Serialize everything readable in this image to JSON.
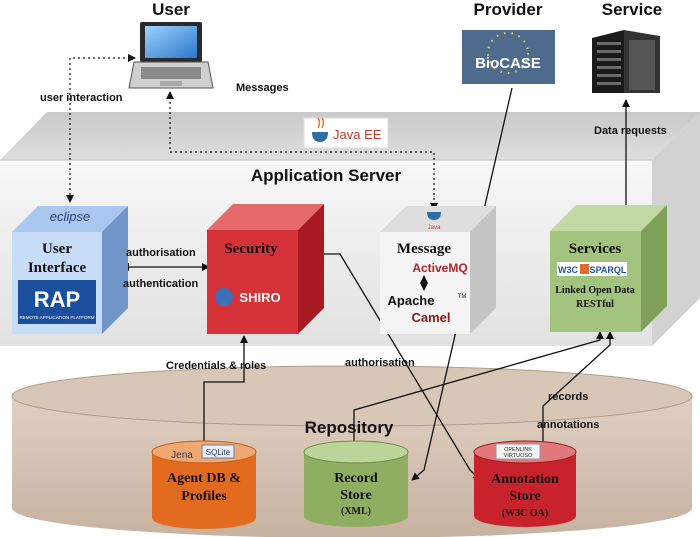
{
  "headers": {
    "user": "User",
    "provider": "Provider",
    "service": "Service"
  },
  "provider_logo": "BioCASE",
  "labels": {
    "messages": "Messages",
    "user_interaction": "user interaction",
    "data_requests": "Data requests",
    "app_server": "Application Server",
    "javaee": "Java EE",
    "authorisation_ui": "authorisation",
    "authentication": "authentication",
    "credentials": "Credentials & roles",
    "authorisation_repo": "authorisation",
    "records": "records",
    "annotations": "annotations",
    "repository": "Repository"
  },
  "boxes": {
    "ui": {
      "line1": "User",
      "line2": "Interface",
      "eclipse": "eclipse",
      "rap": "RAP",
      "rap_sub": "REMOTE APPLICATION PLATFORM"
    },
    "security": {
      "title": "Security",
      "shiro": "SHIRO"
    },
    "message": {
      "title": "Message",
      "java": "Java",
      "activemq": "ActiveMQ",
      "apache": "Apache",
      "camel": "Camel",
      "tm": "TM"
    },
    "services": {
      "title": "Services",
      "w3c": "W3C",
      "sparql": "SPARQL",
      "line1": "Linked Open Data",
      "line2": "RESTful"
    }
  },
  "stores": {
    "agent": {
      "line1": "Agent DB &",
      "line2": "Profiles",
      "jena": "Jena",
      "sqlite": "SQLite"
    },
    "record": {
      "line1": "Record",
      "line2": "Store",
      "line3": "(XML)"
    },
    "annotation": {
      "line1": "Annotation",
      "line2": "Store",
      "line3": "(W3C OA)",
      "logo1": "OPENLINK",
      "logo2": "VIRTUOSO"
    }
  }
}
